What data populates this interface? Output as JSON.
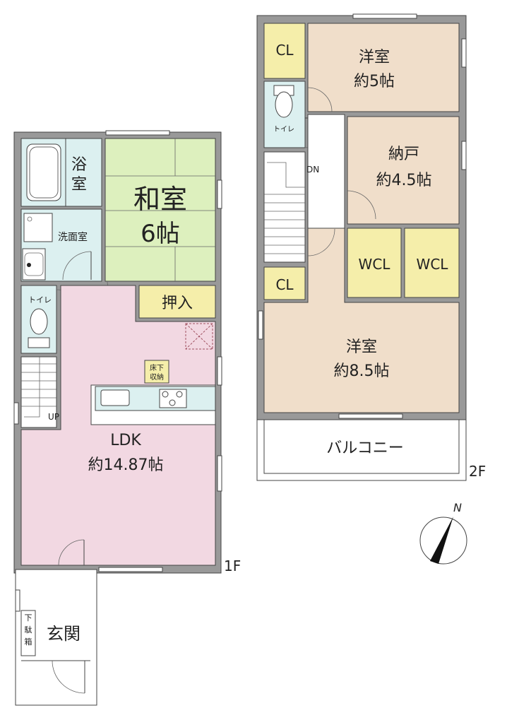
{
  "floor1": {
    "label": "1F",
    "rooms": {
      "bath": {
        "line1": "浴",
        "line2": "室"
      },
      "washroom": "洗面室",
      "toilet": "トイレ",
      "washitsu": {
        "line1": "和室",
        "line2": "6帖"
      },
      "oshiire": "押入",
      "underfloor": {
        "line1": "床下",
        "line2": "収納"
      },
      "ldk": {
        "line1": "LDK",
        "line2": "約14.87帖"
      },
      "stairs_up": "UP",
      "genkan": "玄関",
      "getabako": [
        "下",
        "駄",
        "箱"
      ]
    }
  },
  "floor2": {
    "label": "2F",
    "rooms": {
      "cl_top": "CL",
      "yoshitsu_small": {
        "line1": "洋室",
        "line2": "約5帖"
      },
      "toilet": "トイレ",
      "stairs_down": "DN",
      "nando": {
        "line1": "納戸",
        "line2": "約4.5帖"
      },
      "wcl_left": "WCL",
      "wcl_right": "WCL",
      "cl_bottom": "CL",
      "yoshitsu_large": {
        "line1": "洋室",
        "line2": "約8.5帖"
      },
      "balcony": "バルコニー"
    }
  },
  "compass": {
    "label": "N"
  },
  "colors": {
    "ldk": "#f2d8e2",
    "washitsu": "#ddf0be",
    "wet": "#dcf0f0",
    "yoshitsu": "#f0deca",
    "closet": "#f5eeaa",
    "wall": "#999999",
    "white": "#ffffff"
  }
}
